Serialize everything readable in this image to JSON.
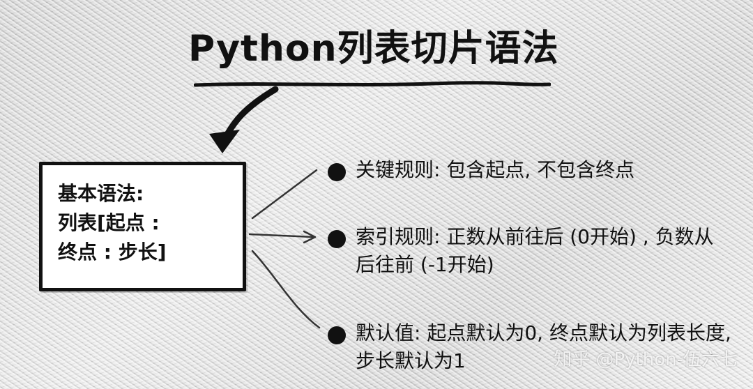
{
  "header": {
    "title": "Python列表切片语法"
  },
  "box": {
    "lines": [
      "基本语法:",
      "列表[起点 :",
      "终点 : 步长]"
    ]
  },
  "rules": [
    {
      "text": "关键规则: 包含起点, 不包含终点"
    },
    {
      "text": "索引规则: 正数从前往后 (0开始) , 负数从后往前 (-1开始)"
    },
    {
      "text": "默认值: 起点默认为0, 终点默认为列表长度, 步长默认为1"
    }
  ],
  "watermark": "知乎 @Python-伍六七"
}
